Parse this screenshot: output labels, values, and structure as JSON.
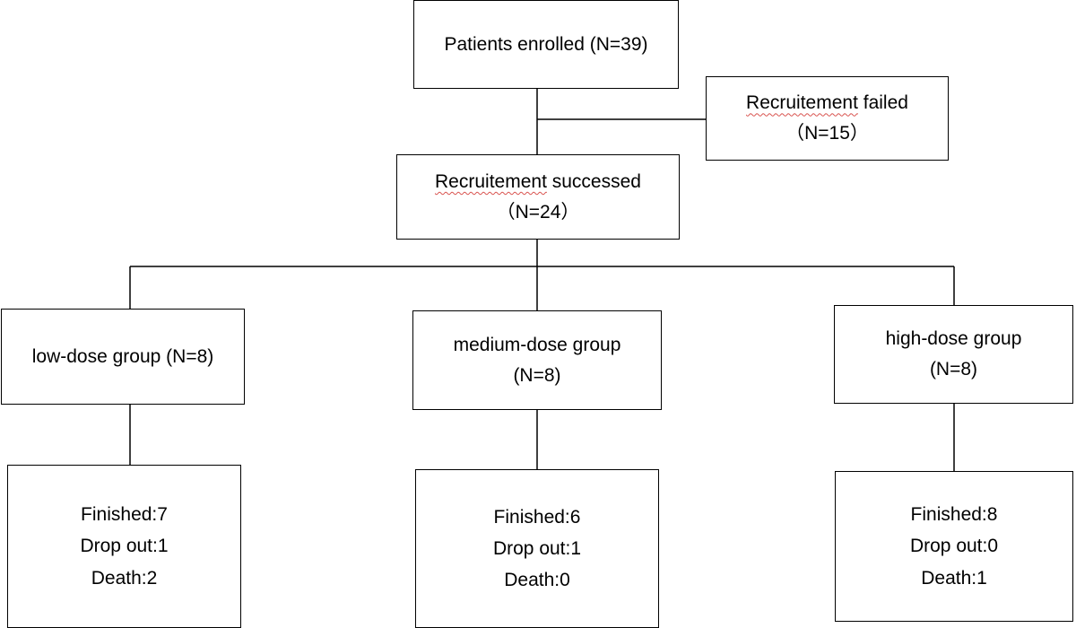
{
  "enrolled": {
    "label": "Patients enrolled (N=39)"
  },
  "failed": {
    "word": "Recruitement",
    "rest": " failed",
    "count": "（N=15）"
  },
  "success": {
    "word": "Recruitement",
    "rest": " successed",
    "count": "（N=24）"
  },
  "groups": [
    {
      "label": "low-dose group (N=8)",
      "line2": ""
    },
    {
      "label": "medium-dose group",
      "line2": "(N=8)"
    },
    {
      "label": "high-dose group",
      "line2": "(N=8)"
    }
  ],
  "outcomes": [
    {
      "finished": "Finished:7",
      "dropout": "Drop out:1",
      "death": "Death:2"
    },
    {
      "finished": "Finished:6",
      "dropout": "Drop out:1",
      "death": "Death:0"
    },
    {
      "finished": "Finished:8",
      "dropout": "Drop out:0",
      "death": "Death:1"
    }
  ],
  "colors": {
    "line": "#000000",
    "box_border": "#000000",
    "spellcheck_underline": "#d9534f"
  }
}
